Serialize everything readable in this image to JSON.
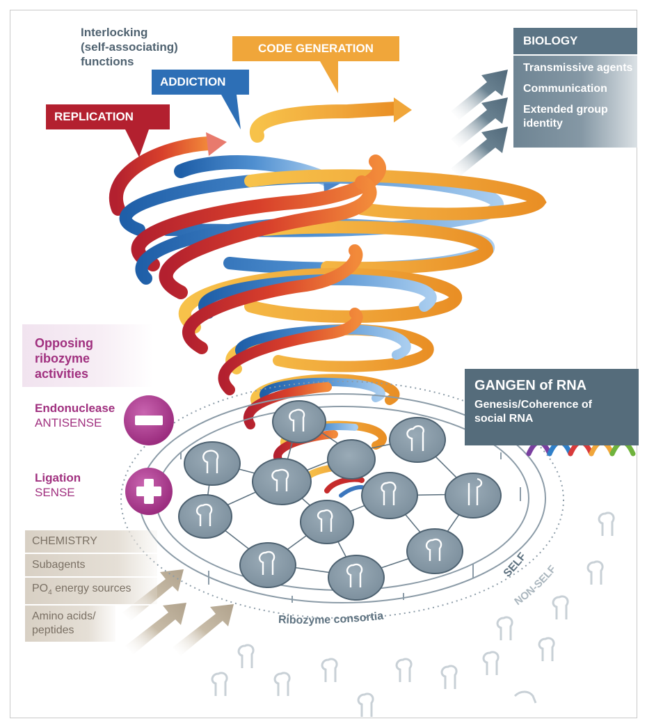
{
  "intro_text": [
    "Interlocking",
    "(self-associating)",
    "functions"
  ],
  "tags": {
    "replication": "REPLICATION",
    "addiction": "ADDICTION",
    "code_generation": "CODE GENERATION"
  },
  "biology": {
    "title": "BIOLOGY",
    "items": [
      "Transmissive agents",
      "Communication",
      "Extended group identity"
    ]
  },
  "gangen": {
    "title": "GANGEN of RNA",
    "subtitle": "Genesis/Coherence of social RNA"
  },
  "opposing": {
    "heading": [
      "Opposing",
      "ribozyme",
      "activities"
    ],
    "endonuclease_label": "Endonuclease",
    "antisense_label": "ANTISENSE",
    "ligation_label": "Ligation",
    "sense_label": "SENSE"
  },
  "chemistry": {
    "title": "CHEMISTRY",
    "items": [
      "Subagents",
      "PO",
      "4",
      " energy sources",
      "Amino acids/ peptides"
    ]
  },
  "ring_labels": {
    "self": "SELF",
    "non_self": "NON-SELF",
    "consortia": "Ribozyme consortia"
  },
  "colors": {
    "replication": "#b3202f",
    "addiction": "#2d6fb6",
    "code_generation": "#f0a63a",
    "biology": "#5b7485",
    "gangen": "#556c7b",
    "magenta": "#a0307f",
    "chemistry": "#d8d0c4",
    "node_fill": "#8799a6"
  },
  "icons": {
    "minus": "minus-icon",
    "plus": "plus-icon",
    "rna_ribbon": "rna-ribbon-icon"
  }
}
